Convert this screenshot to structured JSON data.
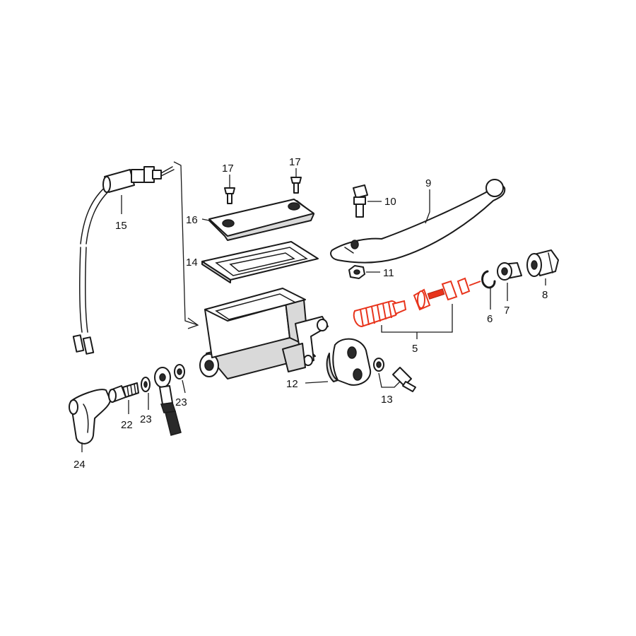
{
  "diagram": {
    "callouts": {
      "p5": "5",
      "p6": "6",
      "p7": "7",
      "p8": "8",
      "p9": "9",
      "p10": "10",
      "p11": "11",
      "p12": "12",
      "p13": "13",
      "p14": "14",
      "p15": "15",
      "p16": "16",
      "p17a": "17",
      "p17b": "17",
      "p22": "22",
      "p23a": "23",
      "p23b": "23",
      "p24": "24"
    },
    "highlight_color": "#e8341c",
    "line_color": "#1a1a1a"
  }
}
